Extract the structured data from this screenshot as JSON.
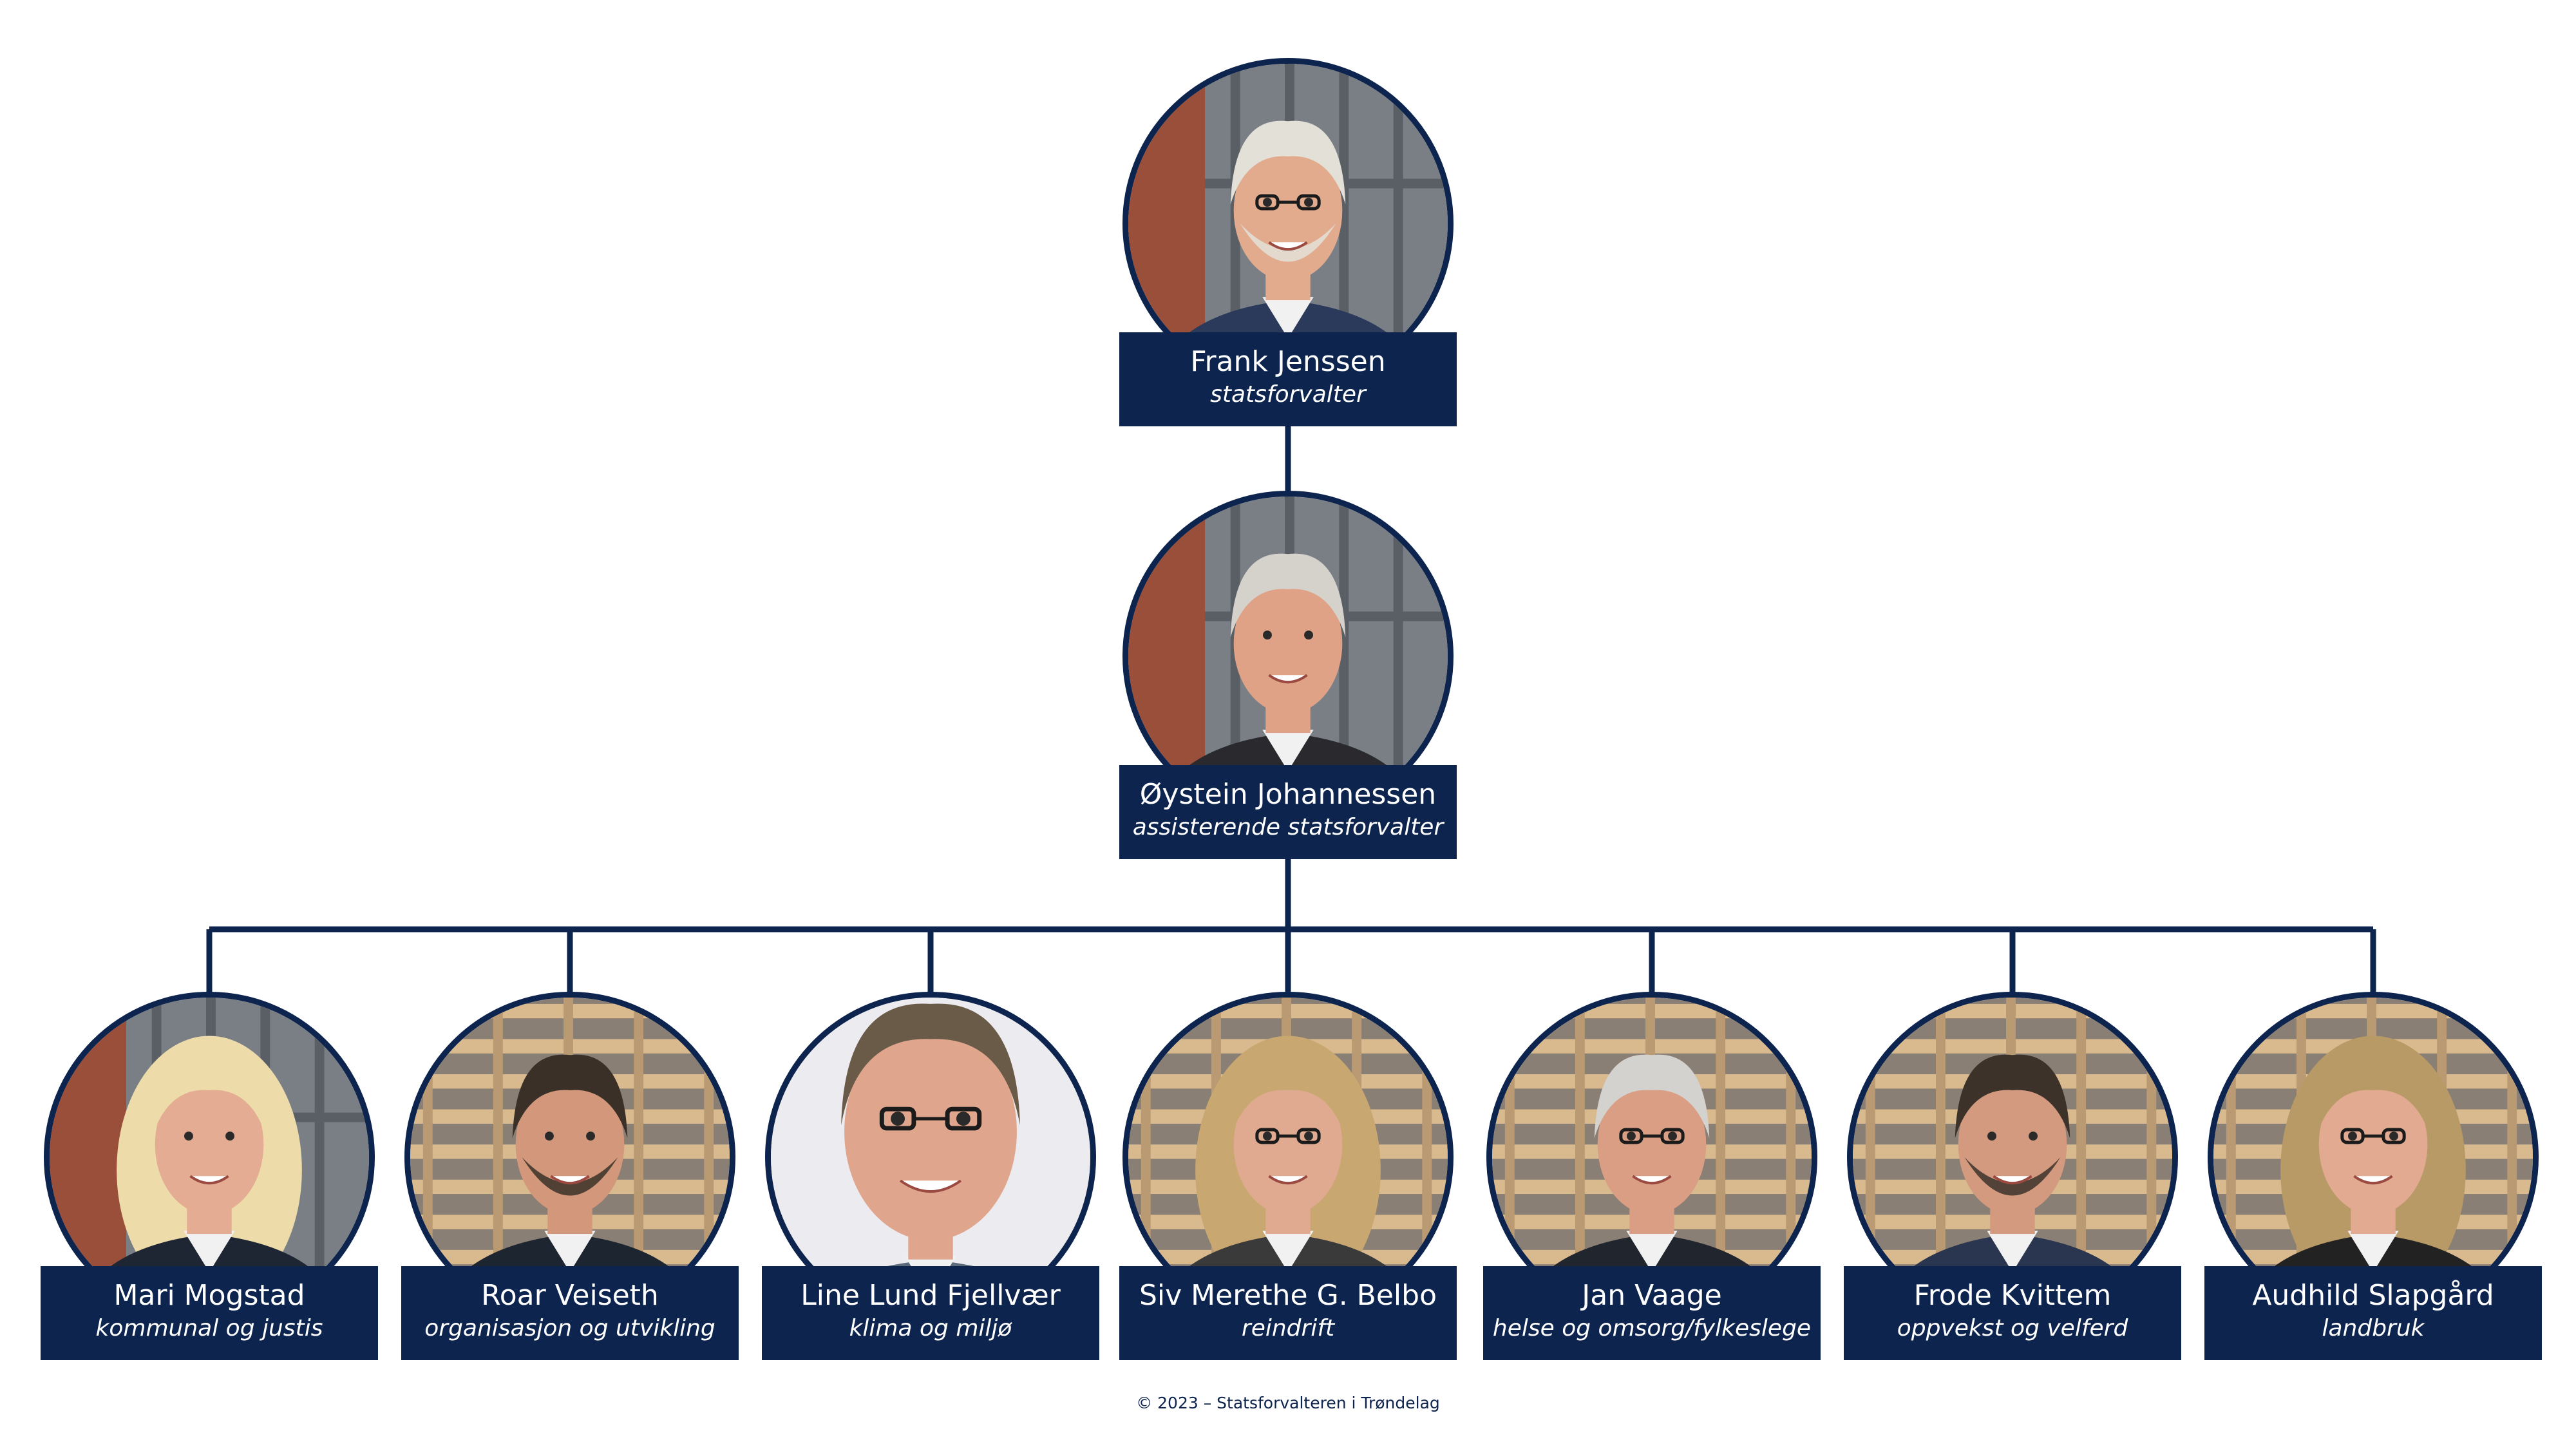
{
  "colors": {
    "navy": "#0d244f",
    "label_text": "#ffffff",
    "background": "#ffffff"
  },
  "top": {
    "name": "Frank Jenssen",
    "role": "statsforvalter",
    "portrait": {
      "bg": "brick-and-glass",
      "hair": "#e3e0d8",
      "skin": "#e2ab8e",
      "glasses": true,
      "beard": true,
      "jacket": "#2b3a5a"
    }
  },
  "deputy": {
    "name": "Øystein Johannessen",
    "role": "assisterende statsforvalter",
    "portrait": {
      "bg": "brick-and-glass",
      "hair": "#d5d2cc",
      "skin": "#dfa286",
      "glasses": false,
      "beard": false,
      "jacket": "#2a2a2e"
    }
  },
  "directors": [
    {
      "name": "Mari Mogstad",
      "role": "kommunal og justis",
      "portrait": {
        "bg": "brick-and-glass",
        "hair": "#eddcaa",
        "skin": "#e4ac92",
        "glasses": false,
        "beard": false,
        "jacket": "#1f2633",
        "long_hair": true
      }
    },
    {
      "name": "Roar Veiseth",
      "role": "organisasjon og utvikling",
      "portrait": {
        "bg": "wood-slats",
        "hair": "#3a3028",
        "skin": "#d3977b",
        "glasses": false,
        "beard": true,
        "jacket": "#1d2530"
      }
    },
    {
      "name": "Line Lund Fjellvær",
      "role": "klima og miljø",
      "portrait": {
        "bg": "plain-light",
        "hair": "#6a5a48",
        "skin": "#e0a68d",
        "glasses": true,
        "beard": false,
        "jacket": "#5c6b7a",
        "closeup": true
      }
    },
    {
      "name": "Siv Merethe G. Belbo",
      "role": "reindrift",
      "portrait": {
        "bg": "wood-slats",
        "hair": "#c8a870",
        "skin": "#e0aa90",
        "glasses": true,
        "beard": false,
        "jacket": "#3a3a3a",
        "long_hair": true
      }
    },
    {
      "name": "Jan Vaage",
      "role": "helse og omsorg/fylkeslege",
      "portrait": {
        "bg": "wood-slats",
        "hair": "#d4d2ce",
        "skin": "#d99e84",
        "glasses": true,
        "beard": false,
        "jacket": "#20252e"
      }
    },
    {
      "name": "Frode Kvittem",
      "role": "oppvekst og velferd",
      "portrait": {
        "bg": "wood-slats",
        "hair": "#3c322a",
        "skin": "#d39a80",
        "glasses": false,
        "beard": true,
        "jacket": "#2a3550"
      }
    },
    {
      "name": "Audhild Slapgård",
      "role": "landbruk",
      "portrait": {
        "bg": "wood-slats",
        "hair": "#b89a66",
        "skin": "#e2aa90",
        "glasses": true,
        "beard": false,
        "jacket": "#222222",
        "long_hair": true
      }
    }
  ],
  "footer": "© 2023 – Statsforvalteren i Trøndelag"
}
